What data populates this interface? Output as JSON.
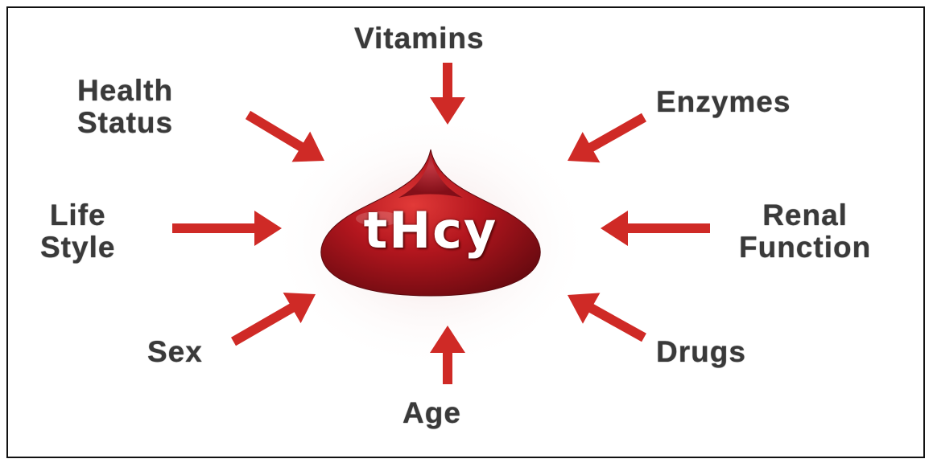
{
  "center": {
    "label": "tHcy",
    "drop_color": "#a8141c"
  },
  "arrow_color": "#cf2a26",
  "factors": {
    "vitamins": "Vitamins",
    "health_status_line1": "Health",
    "health_status_line2": "Status",
    "enzymes": "Enzymes",
    "life_style_line1": "Life",
    "life_style_line2": "Style",
    "renal_function_line1": "Renal",
    "renal_function_line2": "Function",
    "sex": "Sex",
    "drugs": "Drugs",
    "age": "Age"
  }
}
